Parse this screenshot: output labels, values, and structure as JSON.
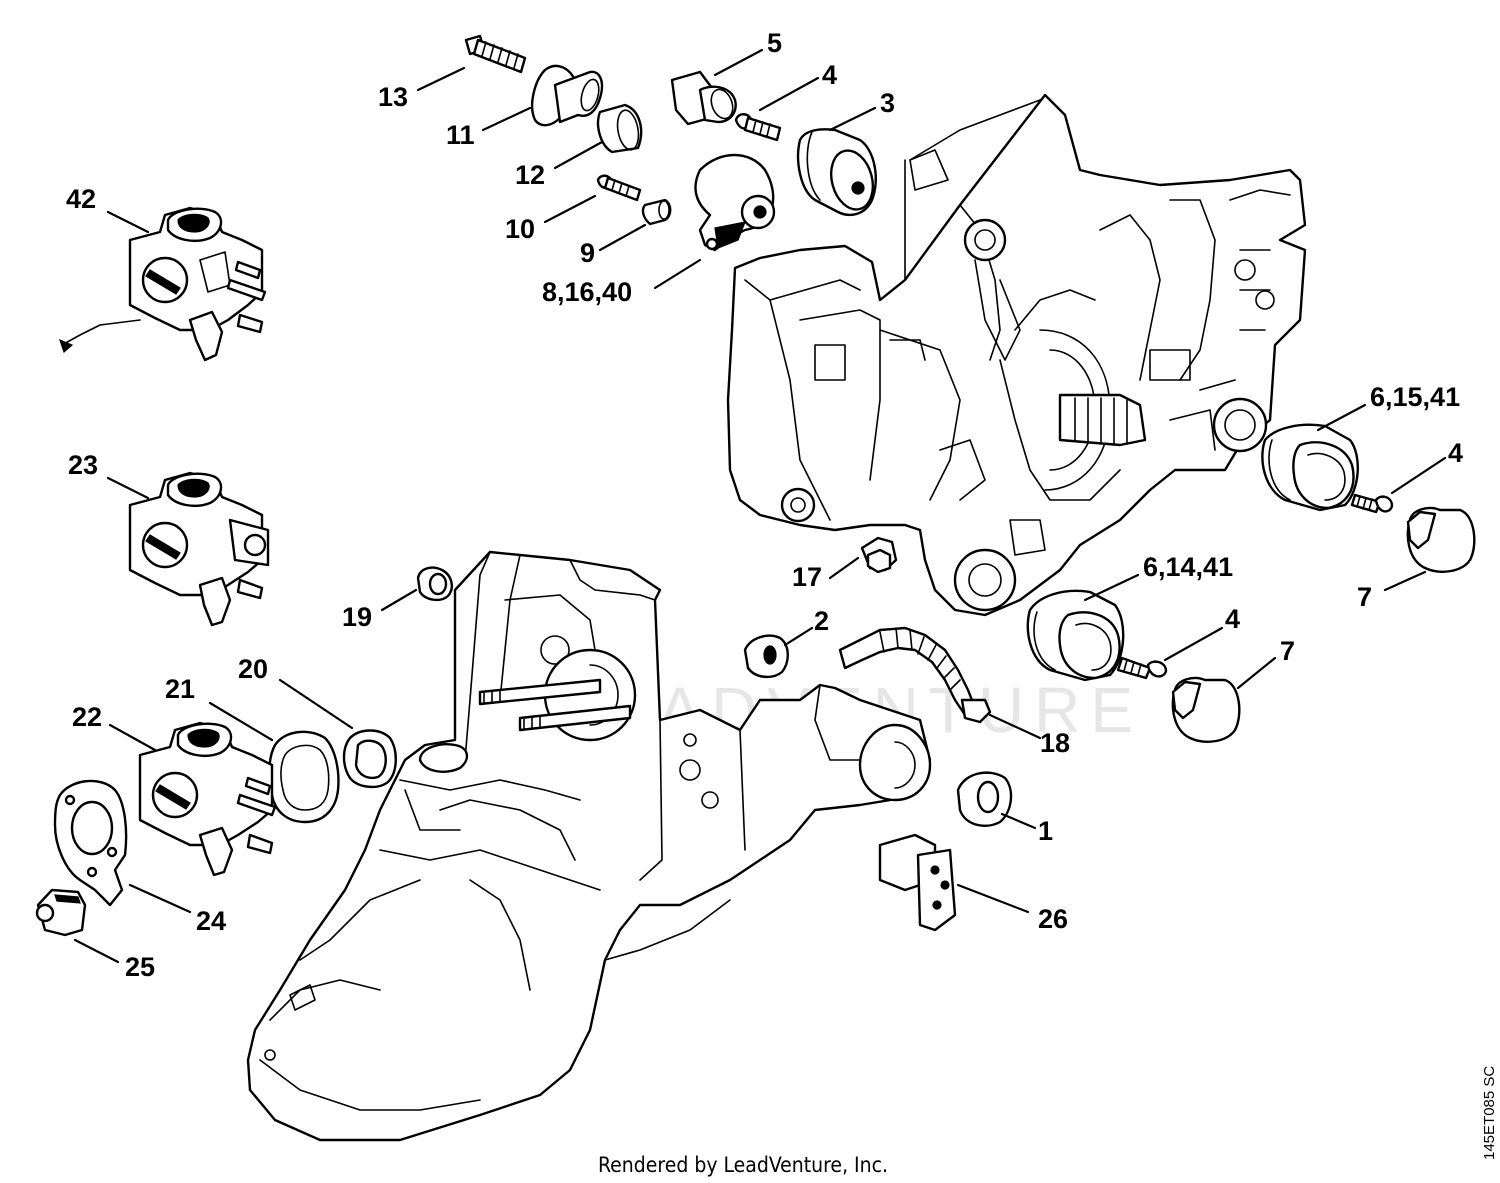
{
  "callouts": [
    {
      "id": "c13",
      "text": "13"
    },
    {
      "id": "c11",
      "text": "11"
    },
    {
      "id": "c12",
      "text": "12"
    },
    {
      "id": "c5",
      "text": "5"
    },
    {
      "id": "c4a",
      "text": "4"
    },
    {
      "id": "c3",
      "text": "3"
    },
    {
      "id": "c10",
      "text": "10"
    },
    {
      "id": "c9",
      "text": "9"
    },
    {
      "id": "c8",
      "text": "8,16,40"
    },
    {
      "id": "c42",
      "text": "42"
    },
    {
      "id": "c23",
      "text": "23"
    },
    {
      "id": "c6a",
      "text": "6,15,41"
    },
    {
      "id": "c4b",
      "text": "4"
    },
    {
      "id": "c7a",
      "text": "7"
    },
    {
      "id": "c17",
      "text": "17"
    },
    {
      "id": "c6b",
      "text": "6,14,41"
    },
    {
      "id": "c19",
      "text": "19"
    },
    {
      "id": "c2",
      "text": "2"
    },
    {
      "id": "c4c",
      "text": "4"
    },
    {
      "id": "c7b",
      "text": "7"
    },
    {
      "id": "c21",
      "text": "21"
    },
    {
      "id": "c20",
      "text": "20"
    },
    {
      "id": "c22",
      "text": "22"
    },
    {
      "id": "c18",
      "text": "18"
    },
    {
      "id": "c1",
      "text": "1"
    },
    {
      "id": "c24",
      "text": "24"
    },
    {
      "id": "c26",
      "text": "26"
    },
    {
      "id": "c25",
      "text": "25"
    }
  ],
  "watermark": "LEADVENTURE",
  "footer": "Rendered by LeadVenture, Inc.",
  "diagram_code": "145ET085 SC"
}
